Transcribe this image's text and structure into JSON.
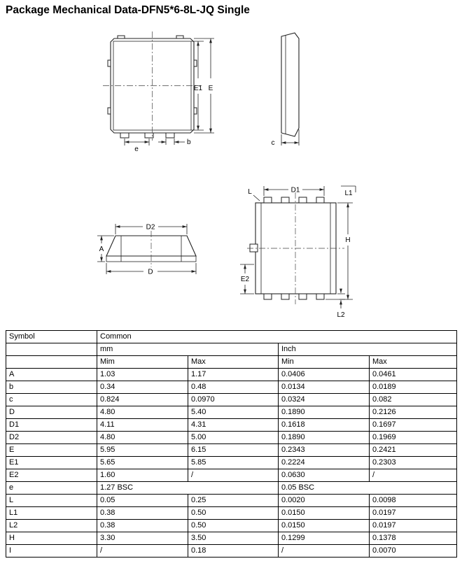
{
  "page": {
    "title": "Package Mechanical Data-DFN5*6-8L-JQ Single"
  },
  "drawings": {
    "top_view": {
      "E1": "E1",
      "E": "E",
      "e": "e",
      "b": "b"
    },
    "side_view": {
      "c": "c"
    },
    "profile_view": {
      "D2": "D2",
      "A": "A",
      "D": "D"
    },
    "bottom_view": {
      "D1": "D1",
      "L": "L",
      "L1": "L1",
      "H": "H",
      "E2": "E2",
      "L2": "L2"
    }
  },
  "table": {
    "header": {
      "symbol": "Symbol",
      "common": "Common",
      "mm": "mm",
      "inch": "Inch",
      "mm_min": "Mim",
      "mm_max": "Max",
      "inch_min": "Min",
      "inch_max": "Max"
    },
    "rows": [
      {
        "symbol": "A",
        "mm_min": "1.03",
        "mm_max": "1.17",
        "inch_min": "0.0406",
        "inch_max": "0.0461"
      },
      {
        "symbol": "b",
        "mm_min": "0.34",
        "mm_max": "0.48",
        "inch_min": "0.0134",
        "inch_max": "0.0189"
      },
      {
        "symbol": "c",
        "mm_min": "0.824",
        "mm_max": "0.0970",
        "inch_min": "0.0324",
        "inch_max": "0.082"
      },
      {
        "symbol": "D",
        "mm_min": "4.80",
        "mm_max": "5.40",
        "inch_min": "0.1890",
        "inch_max": "0.2126"
      },
      {
        "symbol": "D1",
        "mm_min": "4.11",
        "mm_max": "4.31",
        "inch_min": "0.1618",
        "inch_max": "0.1697"
      },
      {
        "symbol": "D2",
        "mm_min": "4.80",
        "mm_max": "5.00",
        "inch_min": "0.1890",
        "inch_max": "0.1969"
      },
      {
        "symbol": "E",
        "mm_min": "5.95",
        "mm_max": "6.15",
        "inch_min": "0.2343",
        "inch_max": "0.2421"
      },
      {
        "symbol": "E1",
        "mm_min": "5.65",
        "mm_max": "5.85",
        "inch_min": "0.2224",
        "inch_max": "0.2303"
      },
      {
        "symbol": "E2",
        "mm_min": "1.60",
        "mm_max": "/",
        "inch_min": "0.0630",
        "inch_max": "/"
      },
      {
        "symbol": "e",
        "mm": "1.27 BSC",
        "inch": "0.05 BSC"
      },
      {
        "symbol": "L",
        "mm_min": "0.05",
        "mm_max": "0.25",
        "inch_min": "0.0020",
        "inch_max": "0.0098"
      },
      {
        "symbol": "L1",
        "mm_min": "0.38",
        "mm_max": "0.50",
        "inch_min": "0.0150",
        "inch_max": "0.0197"
      },
      {
        "symbol": "L2",
        "mm_min": "0.38",
        "mm_max": "0.50",
        "inch_min": "0.0150",
        "inch_max": "0.0197"
      },
      {
        "symbol": "H",
        "mm_min": "3.30",
        "mm_max": "3.50",
        "inch_min": "0.1299",
        "inch_max": "0.1378"
      },
      {
        "symbol": "I",
        "mm_min": "/",
        "mm_max": "0.18",
        "inch_min": "/",
        "inch_max": "0.0070"
      }
    ]
  }
}
